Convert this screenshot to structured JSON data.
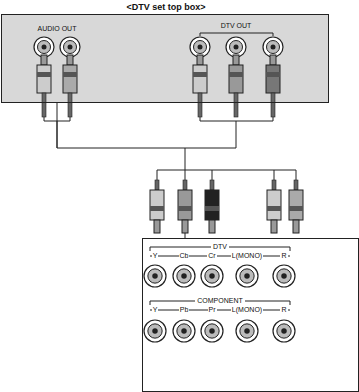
{
  "diagram": {
    "nodes": [
      {
        "text": [
          "<DTV set top box>"
        ]
      },
      {
        "text": [
          "DTV",
          "COMPONENT"
        ]
      }
    ],
    "edges": [
      {
        "from": 0,
        "to": 1,
        "arrow": "none"
      }
    ],
    "labels": [
      "AUDIO OUT",
      "DTV OUT",
      "Y",
      "Cb",
      "Cr",
      "L(MONO)",
      "R",
      "Y",
      "Pb",
      "Pr",
      "L(MONO)",
      "R"
    ]
  }
}
